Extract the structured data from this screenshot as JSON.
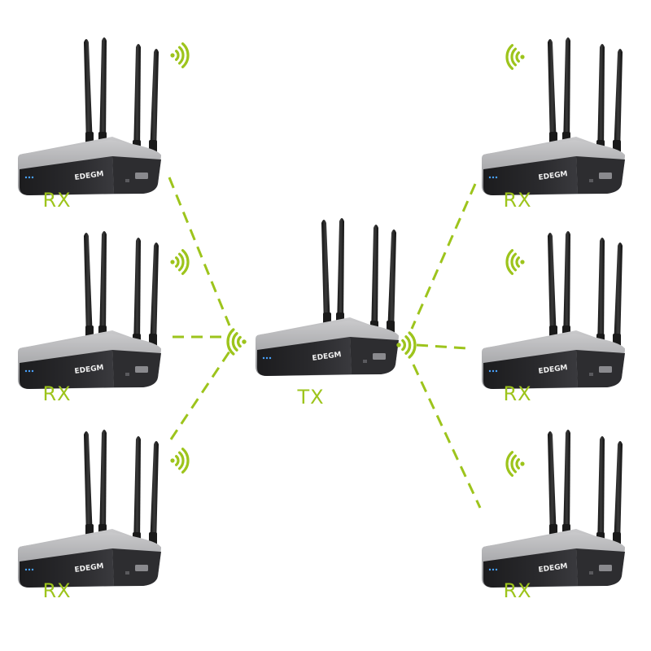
{
  "accent_color": "#9dc41c",
  "brand_text": "EDEGM",
  "devices": [
    {
      "role": "rx",
      "label": "RX"
    },
    {
      "role": "rx",
      "label": "RX"
    },
    {
      "role": "rx",
      "label": "RX"
    },
    {
      "role": "tx",
      "label": "TX"
    },
    {
      "role": "rx",
      "label": "RX"
    },
    {
      "role": "rx",
      "label": "RX"
    },
    {
      "role": "rx",
      "label": "RX"
    }
  ],
  "icons": [
    "wifi-signal-icon",
    "antenna-icon",
    "router-icon",
    "led-indicator-icon"
  ]
}
